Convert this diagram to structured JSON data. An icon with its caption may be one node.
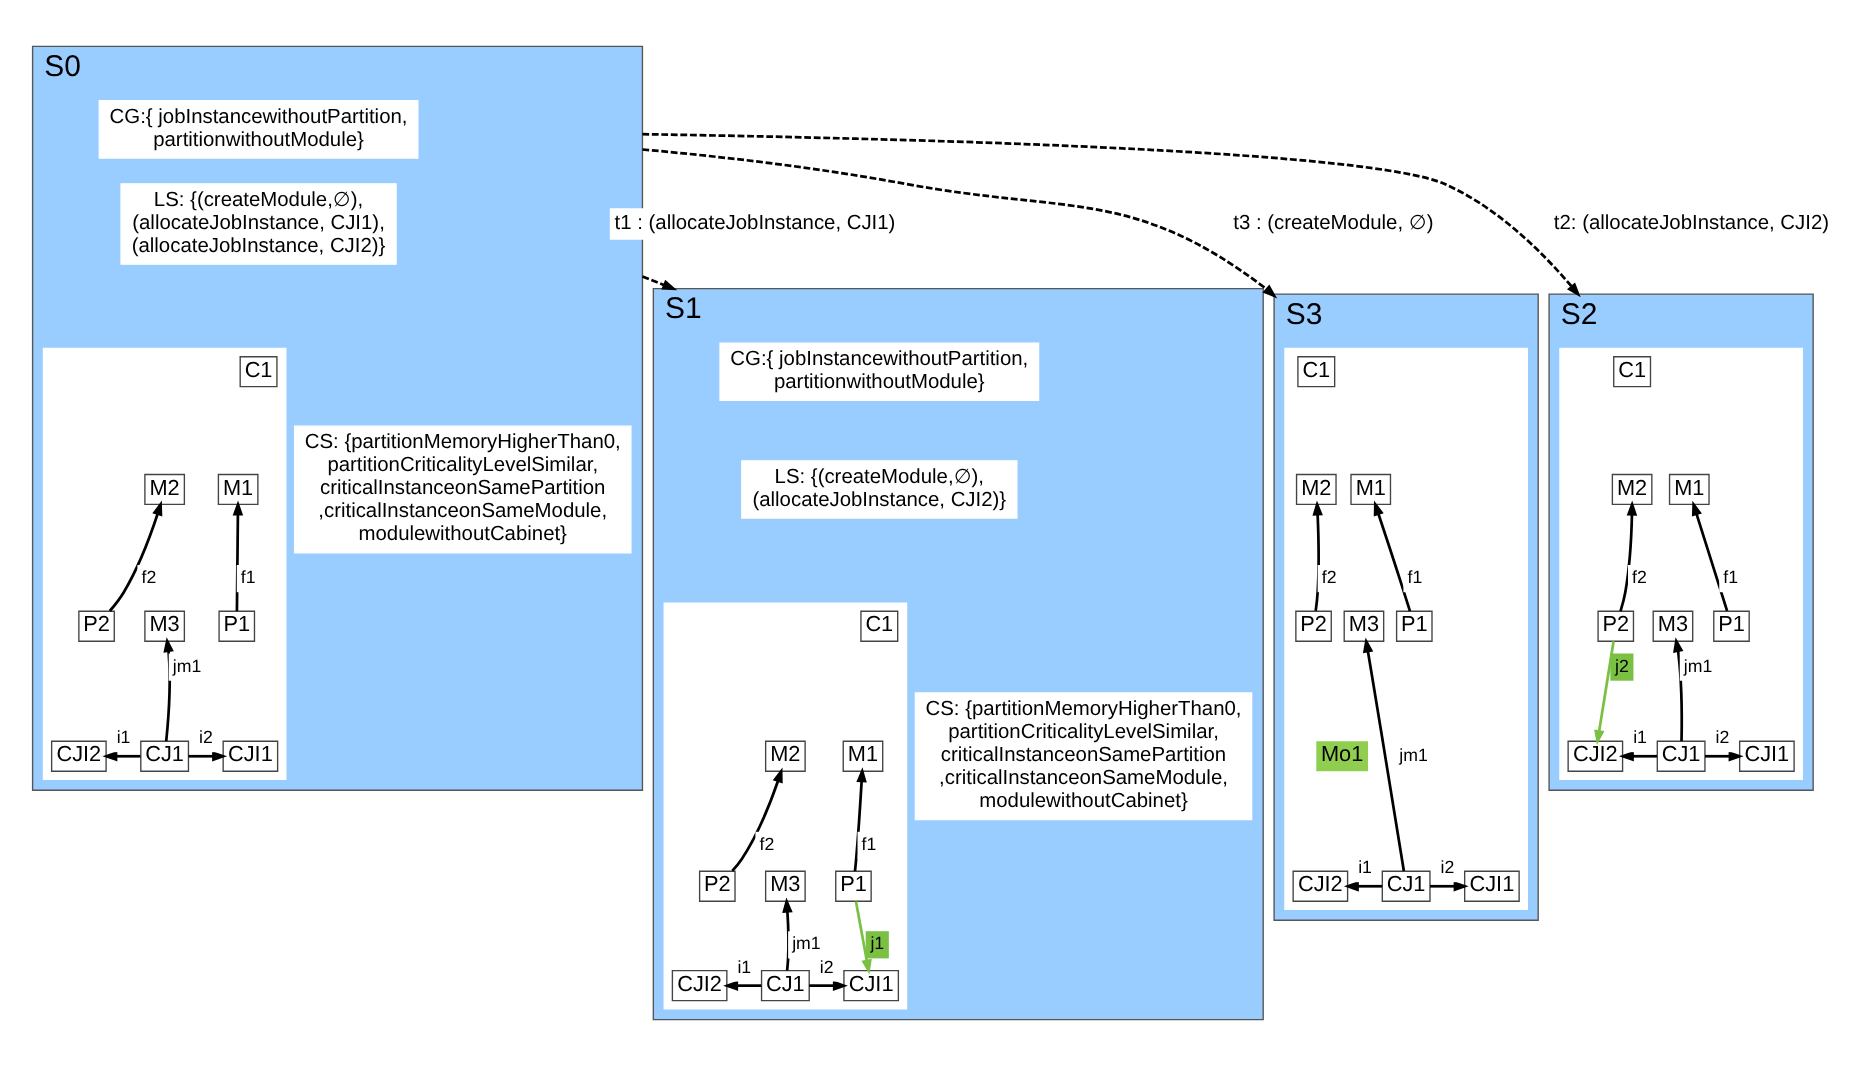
{
  "diagram": {
    "nodes": [
      {
        "text": [
          "S1"
        ]
      },
      {
        "text": [
          "CG:{ jobInstancewithoutPartition, partitionwithoutModule}"
        ],
        "in": 0
      },
      {
        "text": [
          "LS: {(createModule,∅), (allocateJobInstance, CJI2)}"
        ],
        "in": 0
      },
      {
        "text": [],
        "shape": "box",
        "in": 0
      },
      {
        "text": [
          "C1"
        ],
        "in": 3
      },
      {
        "text": [
          "M2"
        ],
        "in": 3
      },
      {
        "text": [
          "M1"
        ],
        "in": 3
      },
      {
        "text": [
          "P2"
        ],
        "in": 3
      },
      {
        "text": [
          "M3"
        ],
        "in": 3
      },
      {
        "text": [
          "P1"
        ],
        "in": 3
      },
      {
        "text": [
          "CJI2"
        ],
        "in": 3
      },
      {
        "text": [
          "CJ1"
        ],
        "in": 3
      },
      {
        "text": [
          "CJI1"
        ],
        "in": 3
      },
      {
        "text": [
          "CS: {partitionMemoryHigherThan0, partitionCriticalityLevelSimilar, criticalInstanceonSamePartition ,criticalInstanceonSameModule, modulewithoutCabinet}"
        ],
        "in": 0
      },
      {
        "text": [
          "S0"
        ]
      },
      {
        "text": [
          "CG:{ jobInstancewithoutPartition, partitionwithoutModule}"
        ],
        "in": 14
      },
      {
        "text": [
          "LS: {(createModule,∅), (allocateJobInstance, CJI1), (allocateJobInstance, CJI2)}"
        ],
        "in": 14
      },
      {
        "text": [],
        "shape": "box",
        "in": 14
      },
      {
        "text": [
          "C1"
        ],
        "in": 17
      },
      {
        "text": [
          "M2"
        ],
        "in": 17
      },
      {
        "text": [
          "M1"
        ],
        "in": 17
      },
      {
        "text": [
          "P2"
        ],
        "in": 17
      },
      {
        "text": [
          "M3"
        ],
        "in": 17
      },
      {
        "text": [
          "P1"
        ],
        "in": 17
      },
      {
        "text": [
          "CJI2"
        ],
        "in": 17
      },
      {
        "text": [
          "CJ1"
        ],
        "in": 17
      },
      {
        "text": [
          "CJI1"
        ],
        "in": 17
      },
      {
        "text": [
          "CS: {partitionMemoryHigherThan0, partitionCriticalityLevelSimilar, criticalInstanceonSamePartition ,criticalInstanceonSameModule, modulewithoutCabinet}"
        ],
        "in": 14
      },
      {
        "text": [
          "S3"
        ]
      },
      {
        "text": [],
        "shape": "box",
        "in": 28
      },
      {
        "text": [
          "C1"
        ],
        "in": 29
      },
      {
        "text": [
          "M2"
        ],
        "in": 29
      },
      {
        "text": [
          "M1"
        ],
        "in": 29
      },
      {
        "text": [
          "P2"
        ],
        "in": 29
      },
      {
        "text": [
          "M3"
        ],
        "in": 29
      },
      {
        "text": [
          "P1"
        ],
        "in": 29
      },
      {
        "text": [
          "Mo1"
        ],
        "in": 29
      },
      {
        "text": [
          "CJI2"
        ],
        "in": 29
      },
      {
        "text": [
          "CJ1"
        ],
        "in": 29
      },
      {
        "text": [
          "CJI1"
        ],
        "in": 29
      },
      {
        "text": [
          "S2"
        ]
      },
      {
        "text": [],
        "shape": "box",
        "in": 40
      },
      {
        "text": [
          "C1"
        ],
        "in": 41
      },
      {
        "text": [
          "M2"
        ],
        "in": 41
      },
      {
        "text": [
          "M1"
        ],
        "in": 41
      },
      {
        "text": [
          "P2"
        ],
        "in": 41
      },
      {
        "text": [
          "M3"
        ],
        "in": 41
      },
      {
        "text": [
          "P1"
        ],
        "in": 41
      },
      {
        "text": [
          "CJI2"
        ],
        "in": 41
      },
      {
        "text": [
          "CJ1"
        ],
        "in": 41
      },
      {
        "text": [
          "CJI1"
        ],
        "in": 41
      }
    ],
    "edges": [
      {
        "from": 7,
        "to": 5,
        "arrow": "to",
        "label": "f2"
      },
      {
        "from": 9,
        "to": 6,
        "arrow": "to",
        "label": "f1"
      },
      {
        "from": 11,
        "to": 8,
        "arrow": "to",
        "label": "jm1"
      },
      {
        "from": 11,
        "to": 10,
        "arrow": "to",
        "label": "i1"
      },
      {
        "from": 11,
        "to": 12,
        "arrow": "to",
        "label": "i2"
      },
      {
        "from": 9,
        "to": 12,
        "arrow": "to",
        "label": "j1",
        "color": "#7ac143"
      },
      {
        "from": 21,
        "to": 19,
        "arrow": "to",
        "label": "f2"
      },
      {
        "from": 23,
        "to": 20,
        "arrow": "to",
        "label": "f1"
      },
      {
        "from": 25,
        "to": 22,
        "arrow": "to",
        "label": "jm1"
      },
      {
        "from": 25,
        "to": 24,
        "arrow": "to",
        "label": "i1"
      },
      {
        "from": 25,
        "to": 26,
        "arrow": "to",
        "label": "i2"
      },
      {
        "from": 33,
        "to": 31,
        "arrow": "to",
        "label": "f2"
      },
      {
        "from": 35,
        "to": 32,
        "arrow": "to",
        "label": "f1"
      },
      {
        "from": 38,
        "to": 34,
        "arrow": "to",
        "label": "jm1"
      },
      {
        "from": 38,
        "to": 37,
        "arrow": "to",
        "label": "i1"
      },
      {
        "from": 38,
        "to": 39,
        "arrow": "to",
        "label": "i2"
      },
      {
        "from": 45,
        "to": 43,
        "arrow": "to",
        "label": "f2"
      },
      {
        "from": 47,
        "to": 44,
        "arrow": "to",
        "label": "f1"
      },
      {
        "from": 49,
        "to": 46,
        "arrow": "to",
        "label": "jm1"
      },
      {
        "from": 49,
        "to": 48,
        "arrow": "to",
        "label": "i1"
      },
      {
        "from": 49,
        "to": 50,
        "arrow": "to",
        "label": "i2"
      },
      {
        "from": 45,
        "to": 48,
        "arrow": "to",
        "label": "j2",
        "color": "#7ac143"
      },
      {
        "from": 14,
        "to": 0,
        "arrow": "to",
        "label": "t1 : (allocateJobInstance, CJI1)",
        "style": "dashed"
      },
      {
        "from": 14,
        "to": 28,
        "arrow": "to",
        "label": "t3 : (createModule, ∅)",
        "style": "dashed"
      },
      {
        "from": 14,
        "to": 40,
        "arrow": "to",
        "label": "t2: (allocateJobInstance, CJI2)",
        "style": "dashed"
      }
    ]
  }
}
